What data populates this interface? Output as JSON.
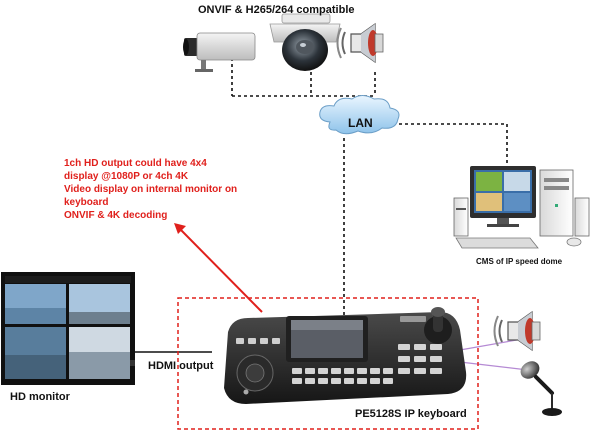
{
  "header": {
    "title": "ONVIF & H265/264 compatible"
  },
  "network": {
    "lan_label": "LAN"
  },
  "cms": {
    "label": "CMS of IP speed dome"
  },
  "note": {
    "lines": [
      "1ch HD output could have 4x4",
      "display @1080P or 4ch 4K",
      "Video display on internal monitor on",
      "keyboard",
      "ONVIF & 4K decoding"
    ],
    "color": "#e0201c"
  },
  "connections": {
    "hdmi_label": "HDMI output"
  },
  "monitor": {
    "label": "HD monitor"
  },
  "keyboard": {
    "label": "PE5128S IP keyboard",
    "box_color": "#e0201c"
  },
  "icons": [
    "box-camera-icon",
    "dome-camera-icon",
    "speaker-icon",
    "cloud-icon",
    "pc-icon",
    "microphone-icon"
  ]
}
